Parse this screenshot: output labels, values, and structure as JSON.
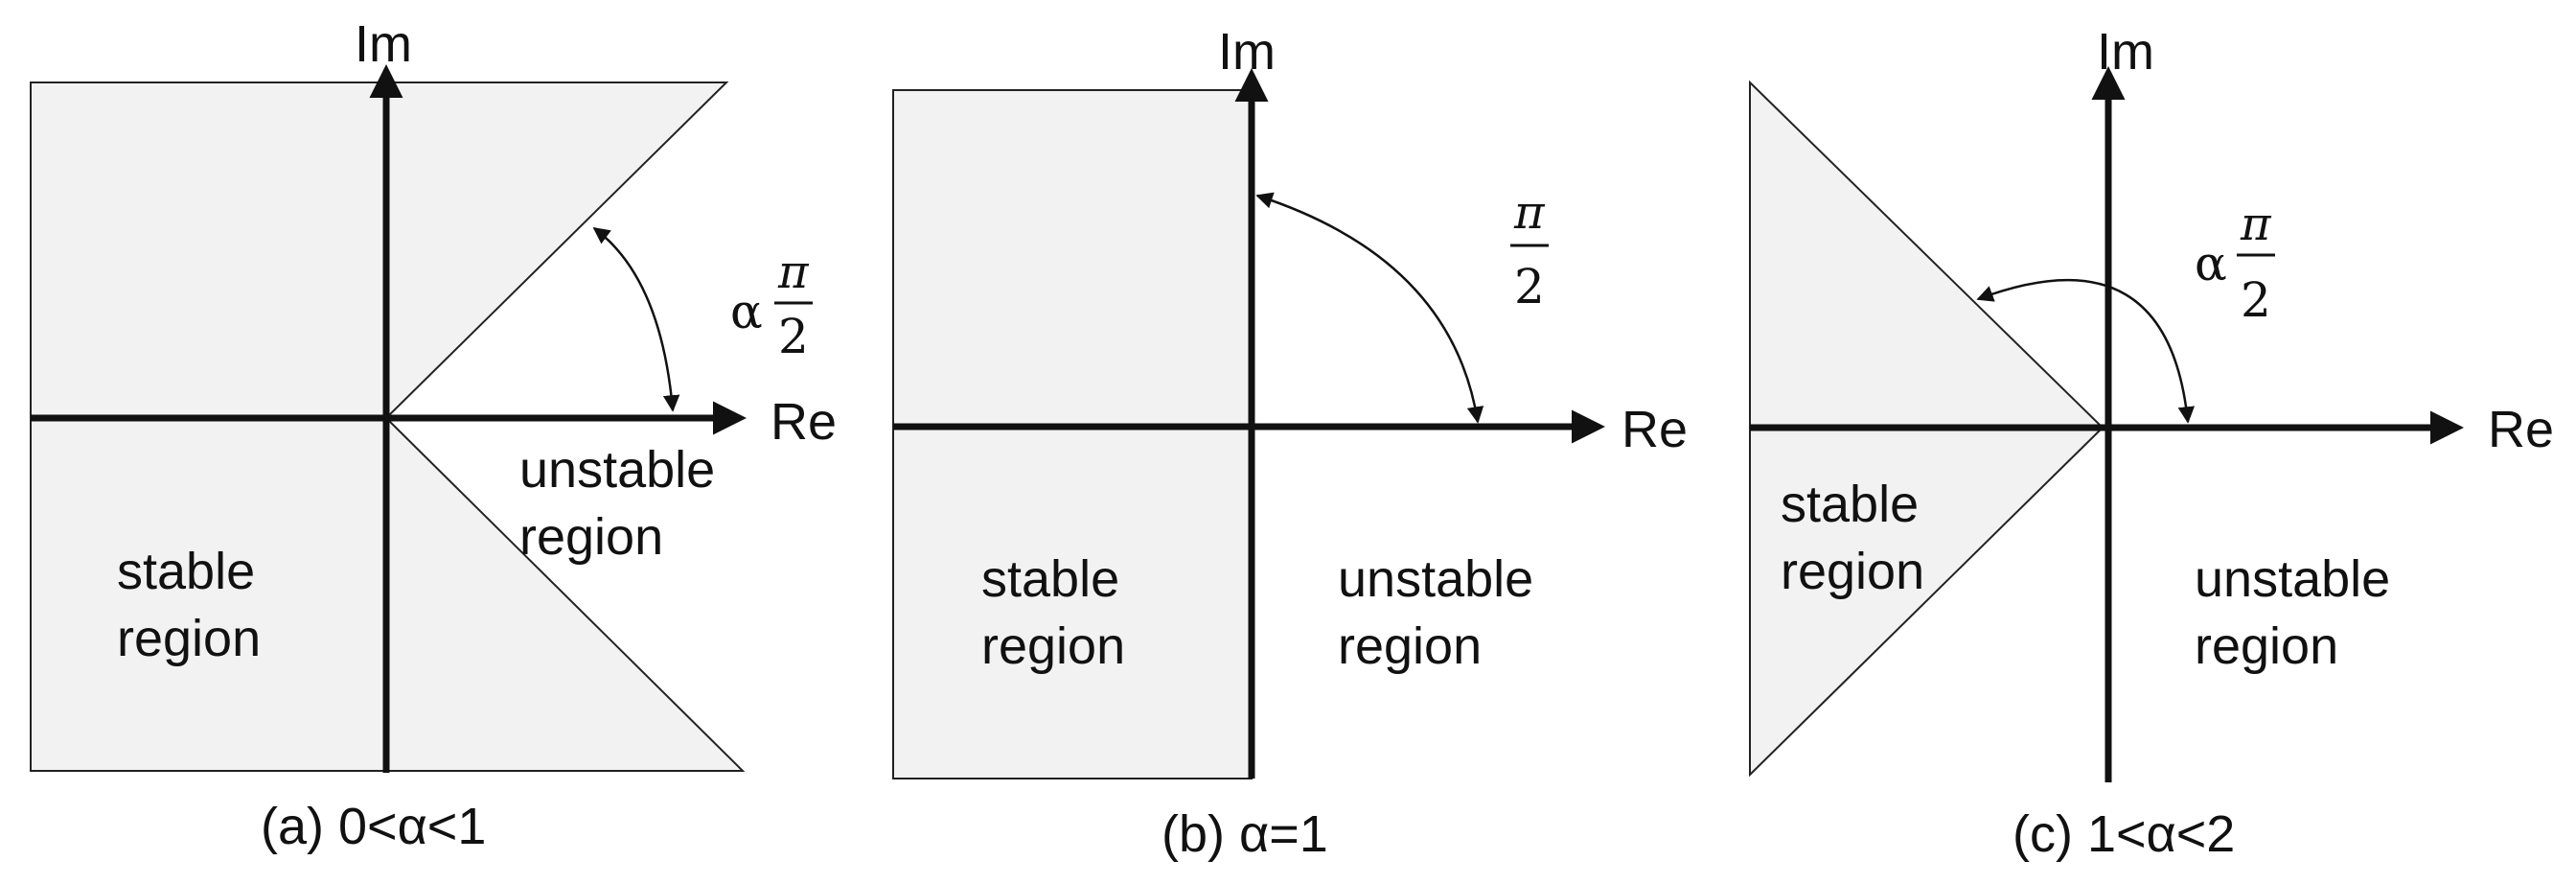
{
  "panels": [
    {
      "caption": "(a)  0<α<1",
      "axis_im": "Im",
      "axis_re": "Re",
      "stable_line1": "stable",
      "stable_line2": "region",
      "unstable_line1": "unstable",
      "unstable_line2": "region",
      "angle_coef": "α",
      "angle_num": "π",
      "angle_den": "2"
    },
    {
      "caption": "(b)  α=1",
      "axis_im": "Im",
      "axis_re": "Re",
      "stable_line1": "stable",
      "stable_line2": "region",
      "unstable_line1": "unstable",
      "unstable_line2": "region",
      "angle_coef": "",
      "angle_num": "π",
      "angle_den": "2"
    },
    {
      "caption": "(c) 1<α<2",
      "axis_im": "Im",
      "axis_re": "Re",
      "stable_line1": "stable",
      "stable_line2": "region",
      "unstable_line1": "unstable",
      "unstable_line2": "region",
      "angle_coef": "α",
      "angle_num": "π",
      "angle_den": "2"
    }
  ]
}
